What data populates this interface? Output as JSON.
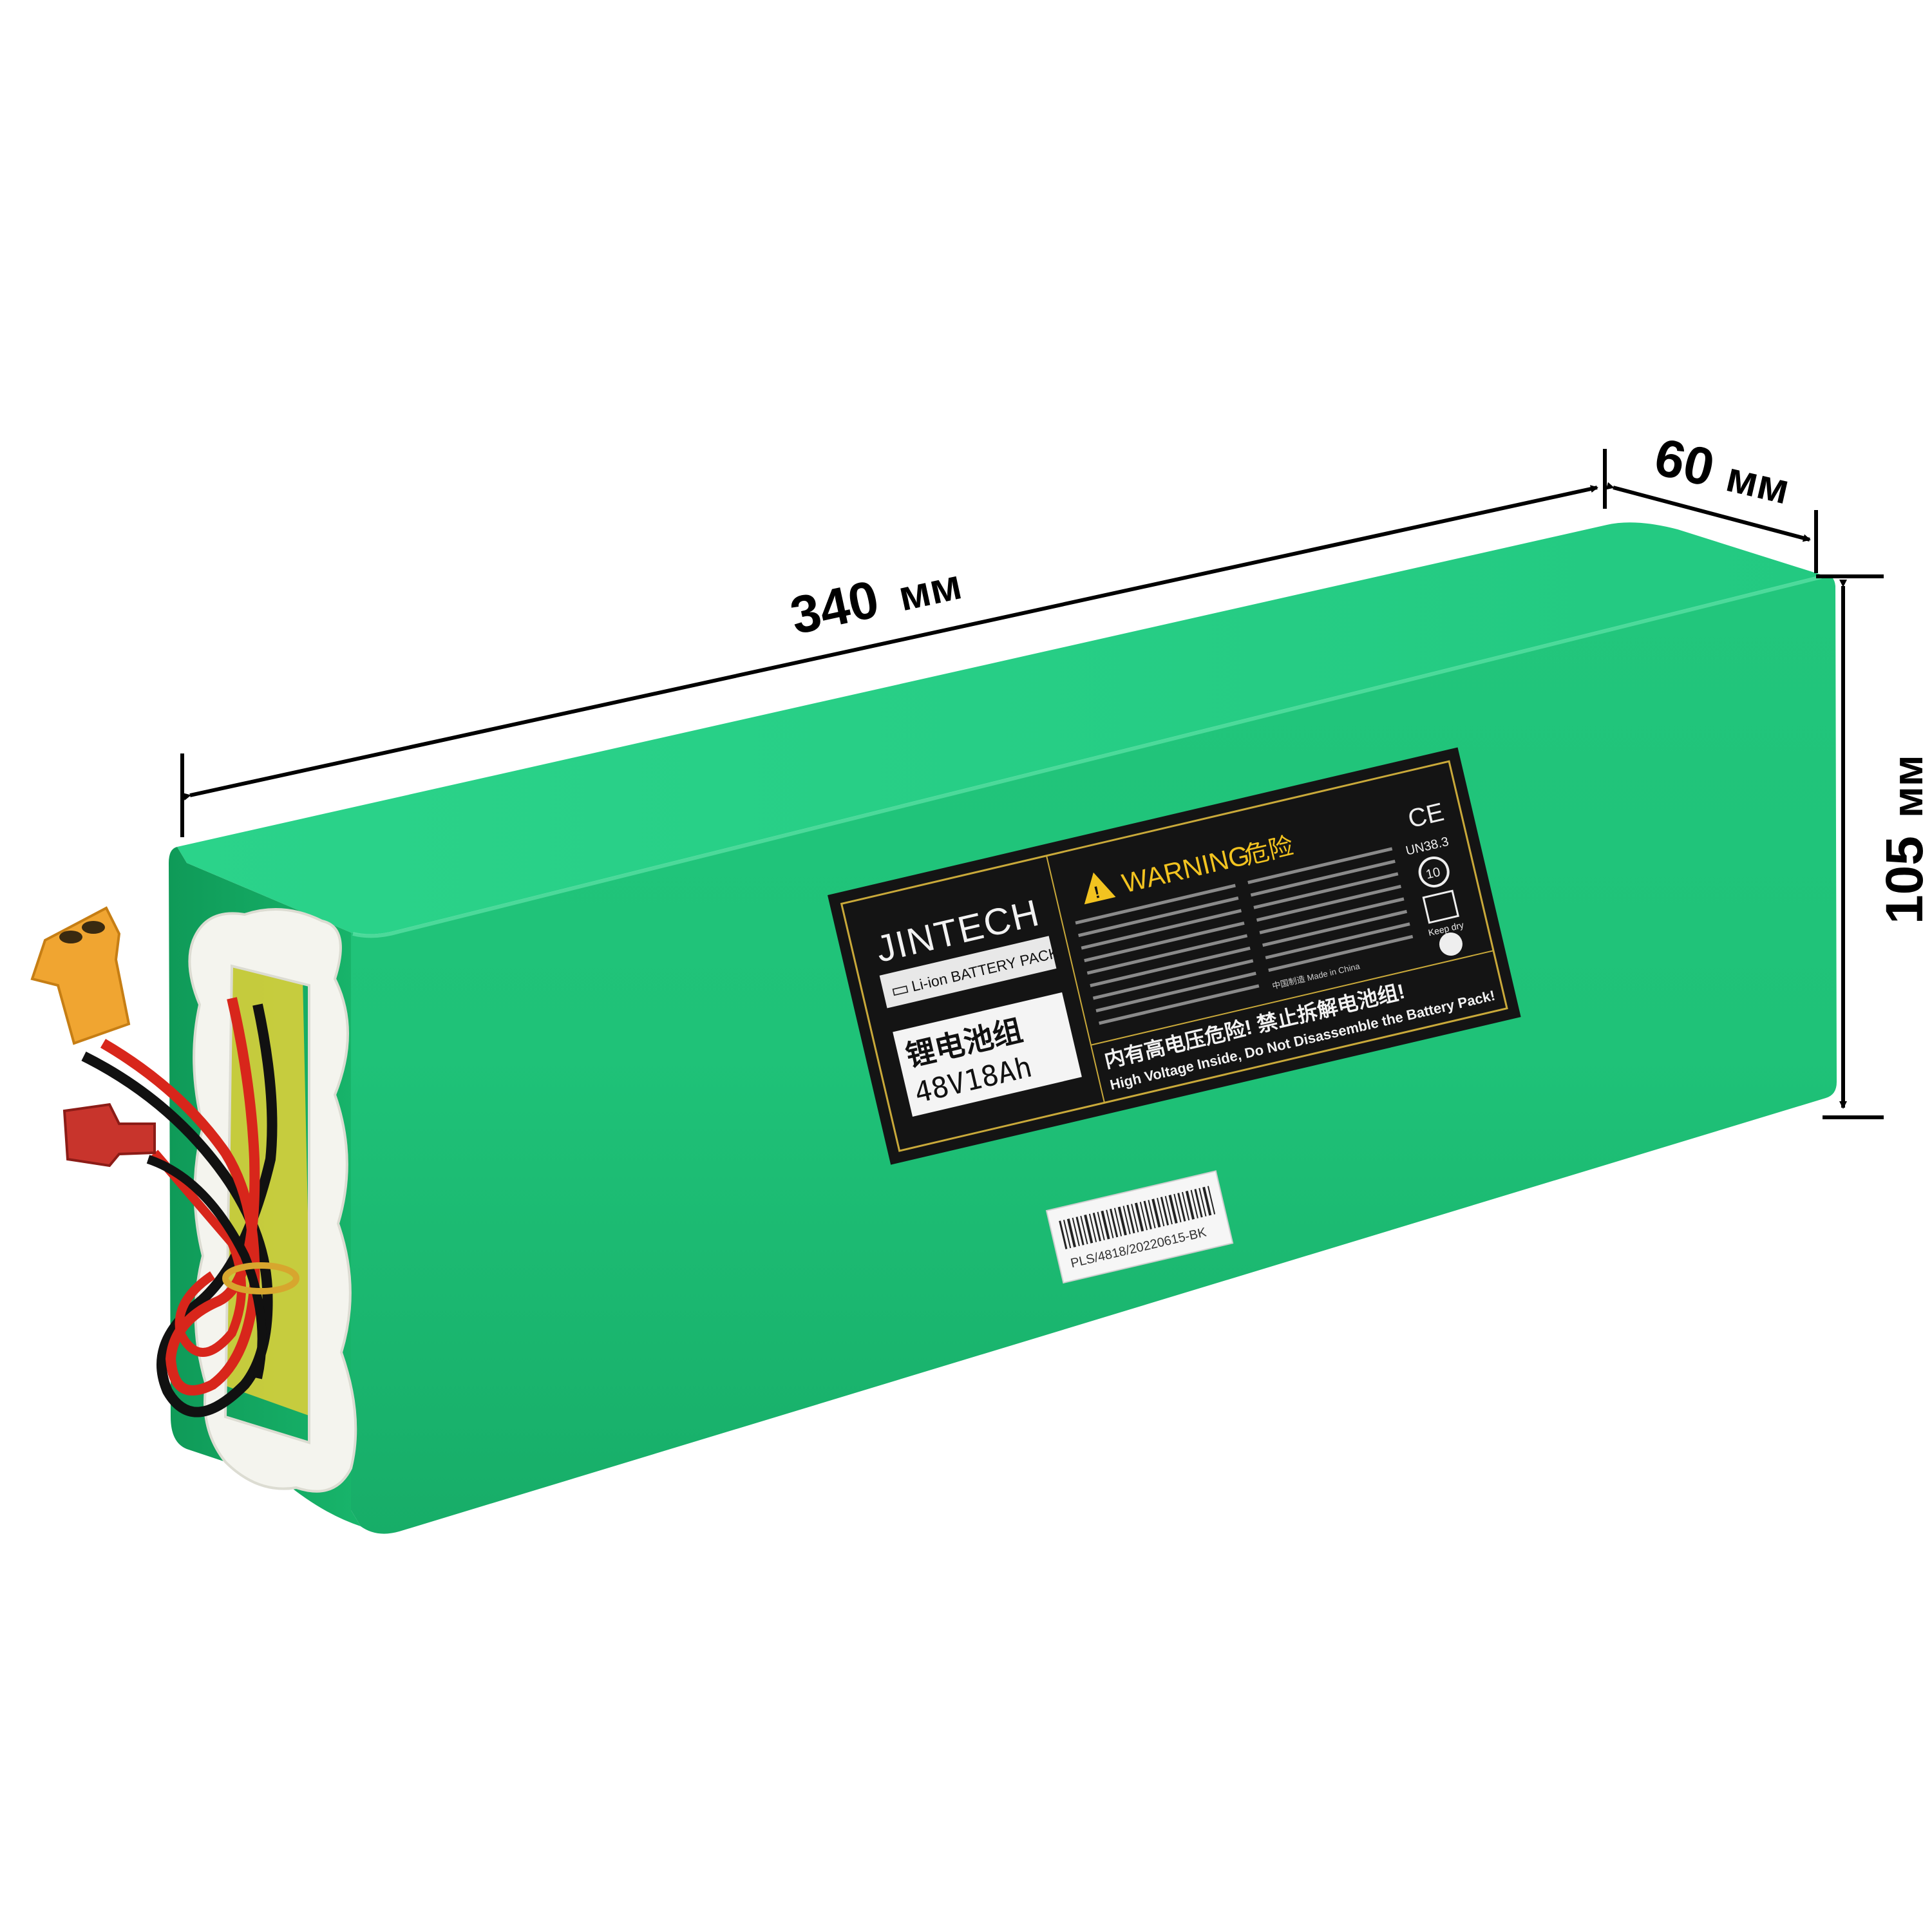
{
  "dimensions": {
    "length": "340",
    "length_unit": "мм",
    "depth": "60",
    "depth_unit": "мм",
    "height": "105",
    "height_unit": "мм"
  },
  "label": {
    "brand": "JINTECH",
    "pack_type": "Li-ion BATTERY PACK",
    "cn_title": "锂电池组",
    "rating": "48V18Ah",
    "warning_title": "WARNING",
    "warning_cn": "危险",
    "footer_cn": "内有高电压危险! 禁止拆解电池组!",
    "footer_en": "High Voltage Inside, Do Not Disassemble the Battery Pack!",
    "cert_ce": "CE",
    "cert_un": "UN38.3",
    "keep_dry": "Keep dry",
    "recycle_badge": "10",
    "made_in": "中国制造 Made in China"
  },
  "barcode": {
    "text": "PLS/4818/20220615-BK"
  },
  "colors": {
    "battery_green": "#1fc47a",
    "battery_top": "#2ad489",
    "battery_end": "#17a866",
    "label_black": "#141414",
    "label_gold": "#c9a93a",
    "warning_yellow": "#f2c320",
    "connector_orange": "#f0a531",
    "connector_red": "#c8342c"
  }
}
